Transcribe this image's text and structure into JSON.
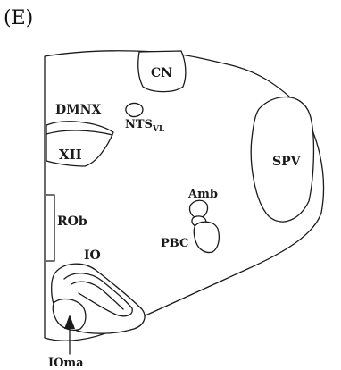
{
  "panel_label": "(E)",
  "labels": {
    "cn": "CN",
    "dmnx": "DMNX",
    "nts_main": "NTS",
    "nts_sub": "VL",
    "xii": "XII",
    "spv": "SPV",
    "amb": "Amb",
    "rob": "ROb",
    "pbc": "PBC",
    "io": "IO",
    "ioma": "IOma"
  }
}
